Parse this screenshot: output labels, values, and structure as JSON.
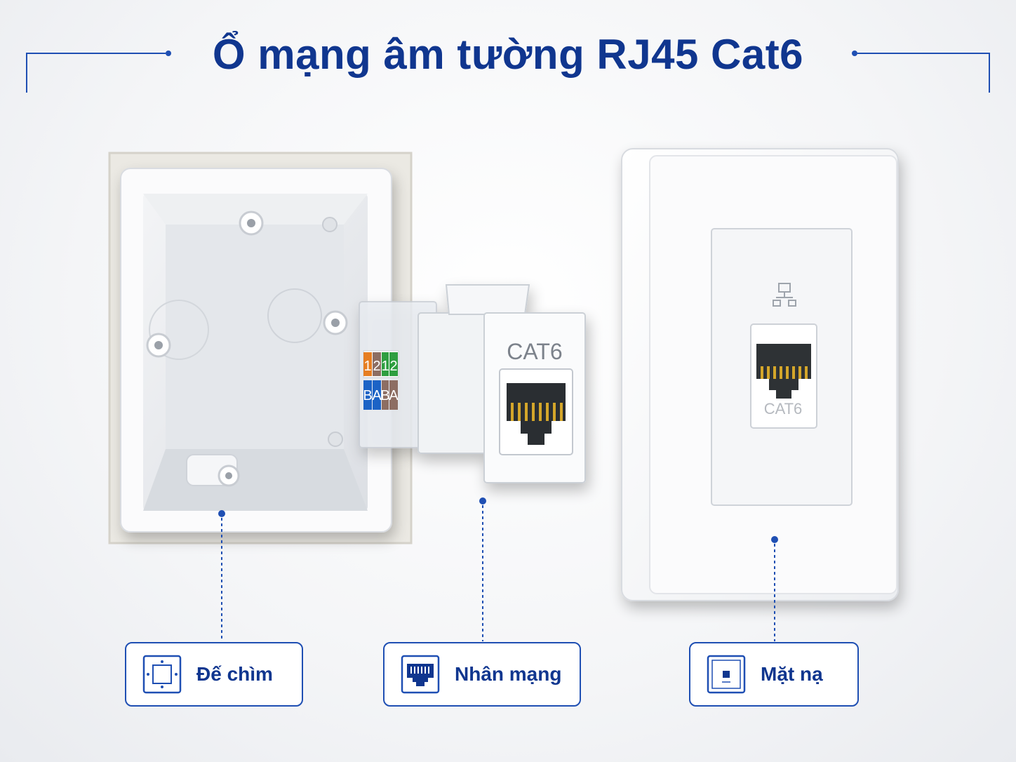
{
  "title": "Ổ mạng âm tường RJ45 Cat6",
  "colors": {
    "accent": "#10368f",
    "line": "#1f4fb3"
  },
  "products": {
    "keystone_face_label": "CAT6",
    "keystone_wiring_top": [
      "1",
      "2",
      "1",
      "2"
    ],
    "keystone_wiring_bottom": [
      "B",
      "A",
      "B",
      "A"
    ],
    "faceplate_port_label": "CAT6",
    "faceplate_icon": "network-icon"
  },
  "labels": [
    {
      "text": "Đế chìm",
      "icon": "back-box-icon"
    },
    {
      "text": "Nhân mạng",
      "icon": "rj45-port-icon"
    },
    {
      "text": "Mặt nạ",
      "icon": "faceplate-icon"
    }
  ]
}
